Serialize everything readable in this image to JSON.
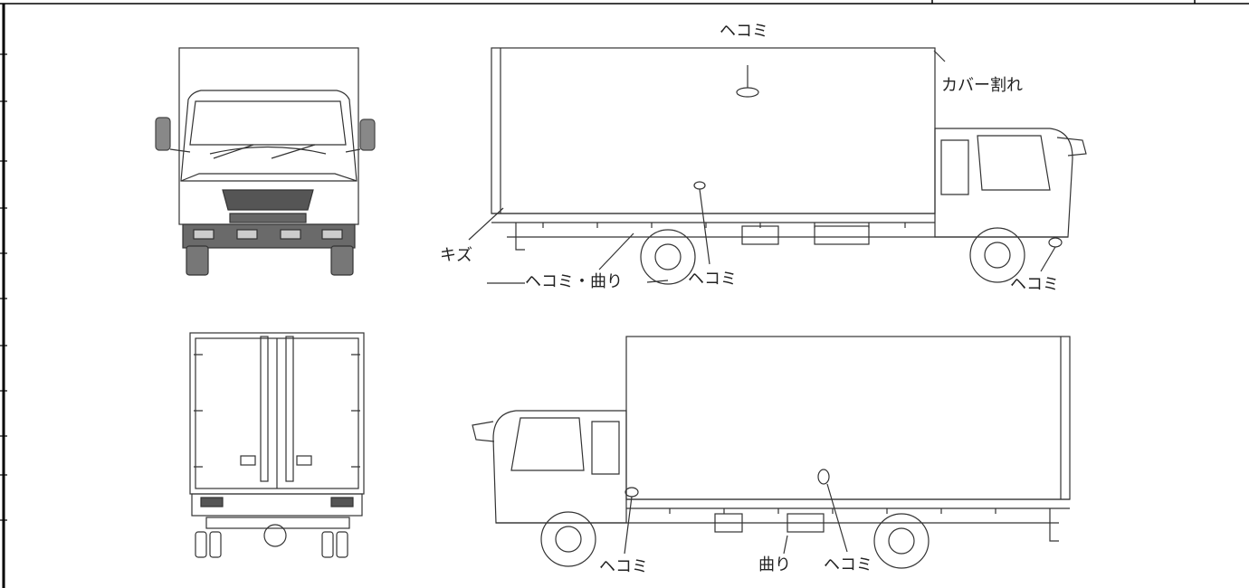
{
  "labels": {
    "top_dent": "ヘコミ",
    "cover_crack": "カバー割れ",
    "scratch": "キズ",
    "dent_bend": "ヘコミ・曲り",
    "top_side_dent_mid": "ヘコミ",
    "top_side_dent_front": "ヘコミ",
    "bottom_dent_cab": "ヘコミ",
    "bottom_bend": "曲り",
    "bottom_dent_body": "ヘコミ"
  }
}
